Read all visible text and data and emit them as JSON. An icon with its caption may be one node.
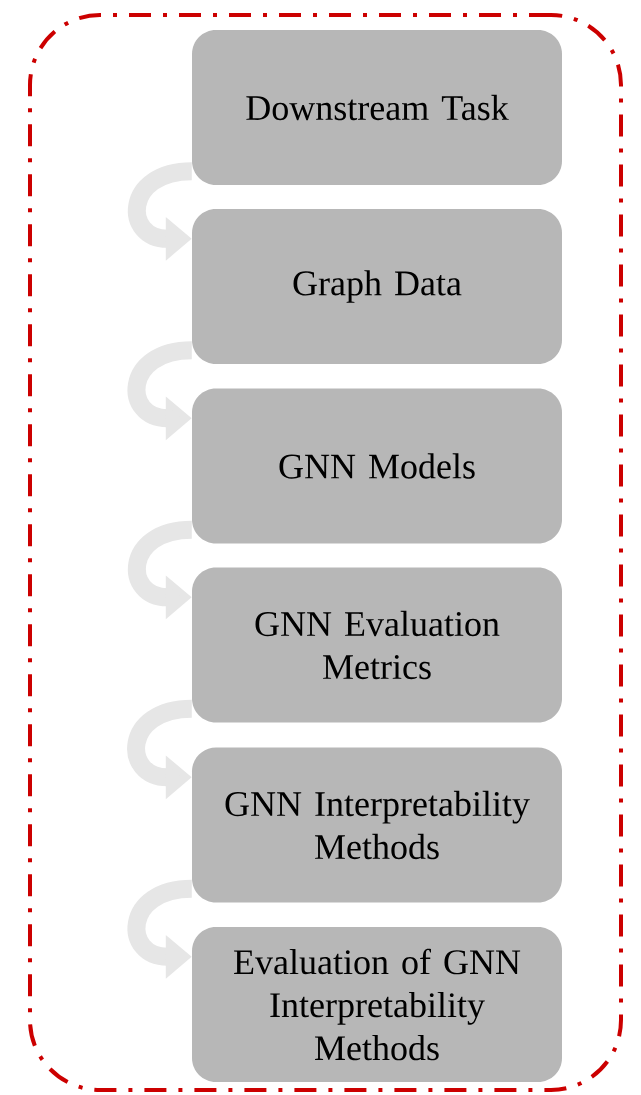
{
  "diagram": {
    "nodes": [
      {
        "text": [],
        "shape": "box"
      },
      {
        "text": [
          "Downstream Task"
        ],
        "in": 0
      },
      {
        "text": [
          "Graph Data"
        ],
        "in": 0
      },
      {
        "text": [
          "GNN Models"
        ],
        "in": 0
      },
      {
        "text": [
          "GNN Evaluation Metrics"
        ],
        "in": 0
      },
      {
        "text": [
          "GNN Interpretability Methods"
        ],
        "in": 0
      },
      {
        "text": [
          "Evaluation of GNN Interpretability Methods"
        ],
        "in": 0
      }
    ],
    "edges": [
      {
        "from": 1,
        "to": 2,
        "arrow": "to"
      },
      {
        "from": 2,
        "to": 3,
        "arrow": "to"
      },
      {
        "from": 3,
        "to": 4,
        "arrow": "to"
      },
      {
        "from": 4,
        "to": 5,
        "arrow": "to"
      },
      {
        "from": 5,
        "to": 6,
        "arrow": "to"
      }
    ]
  }
}
